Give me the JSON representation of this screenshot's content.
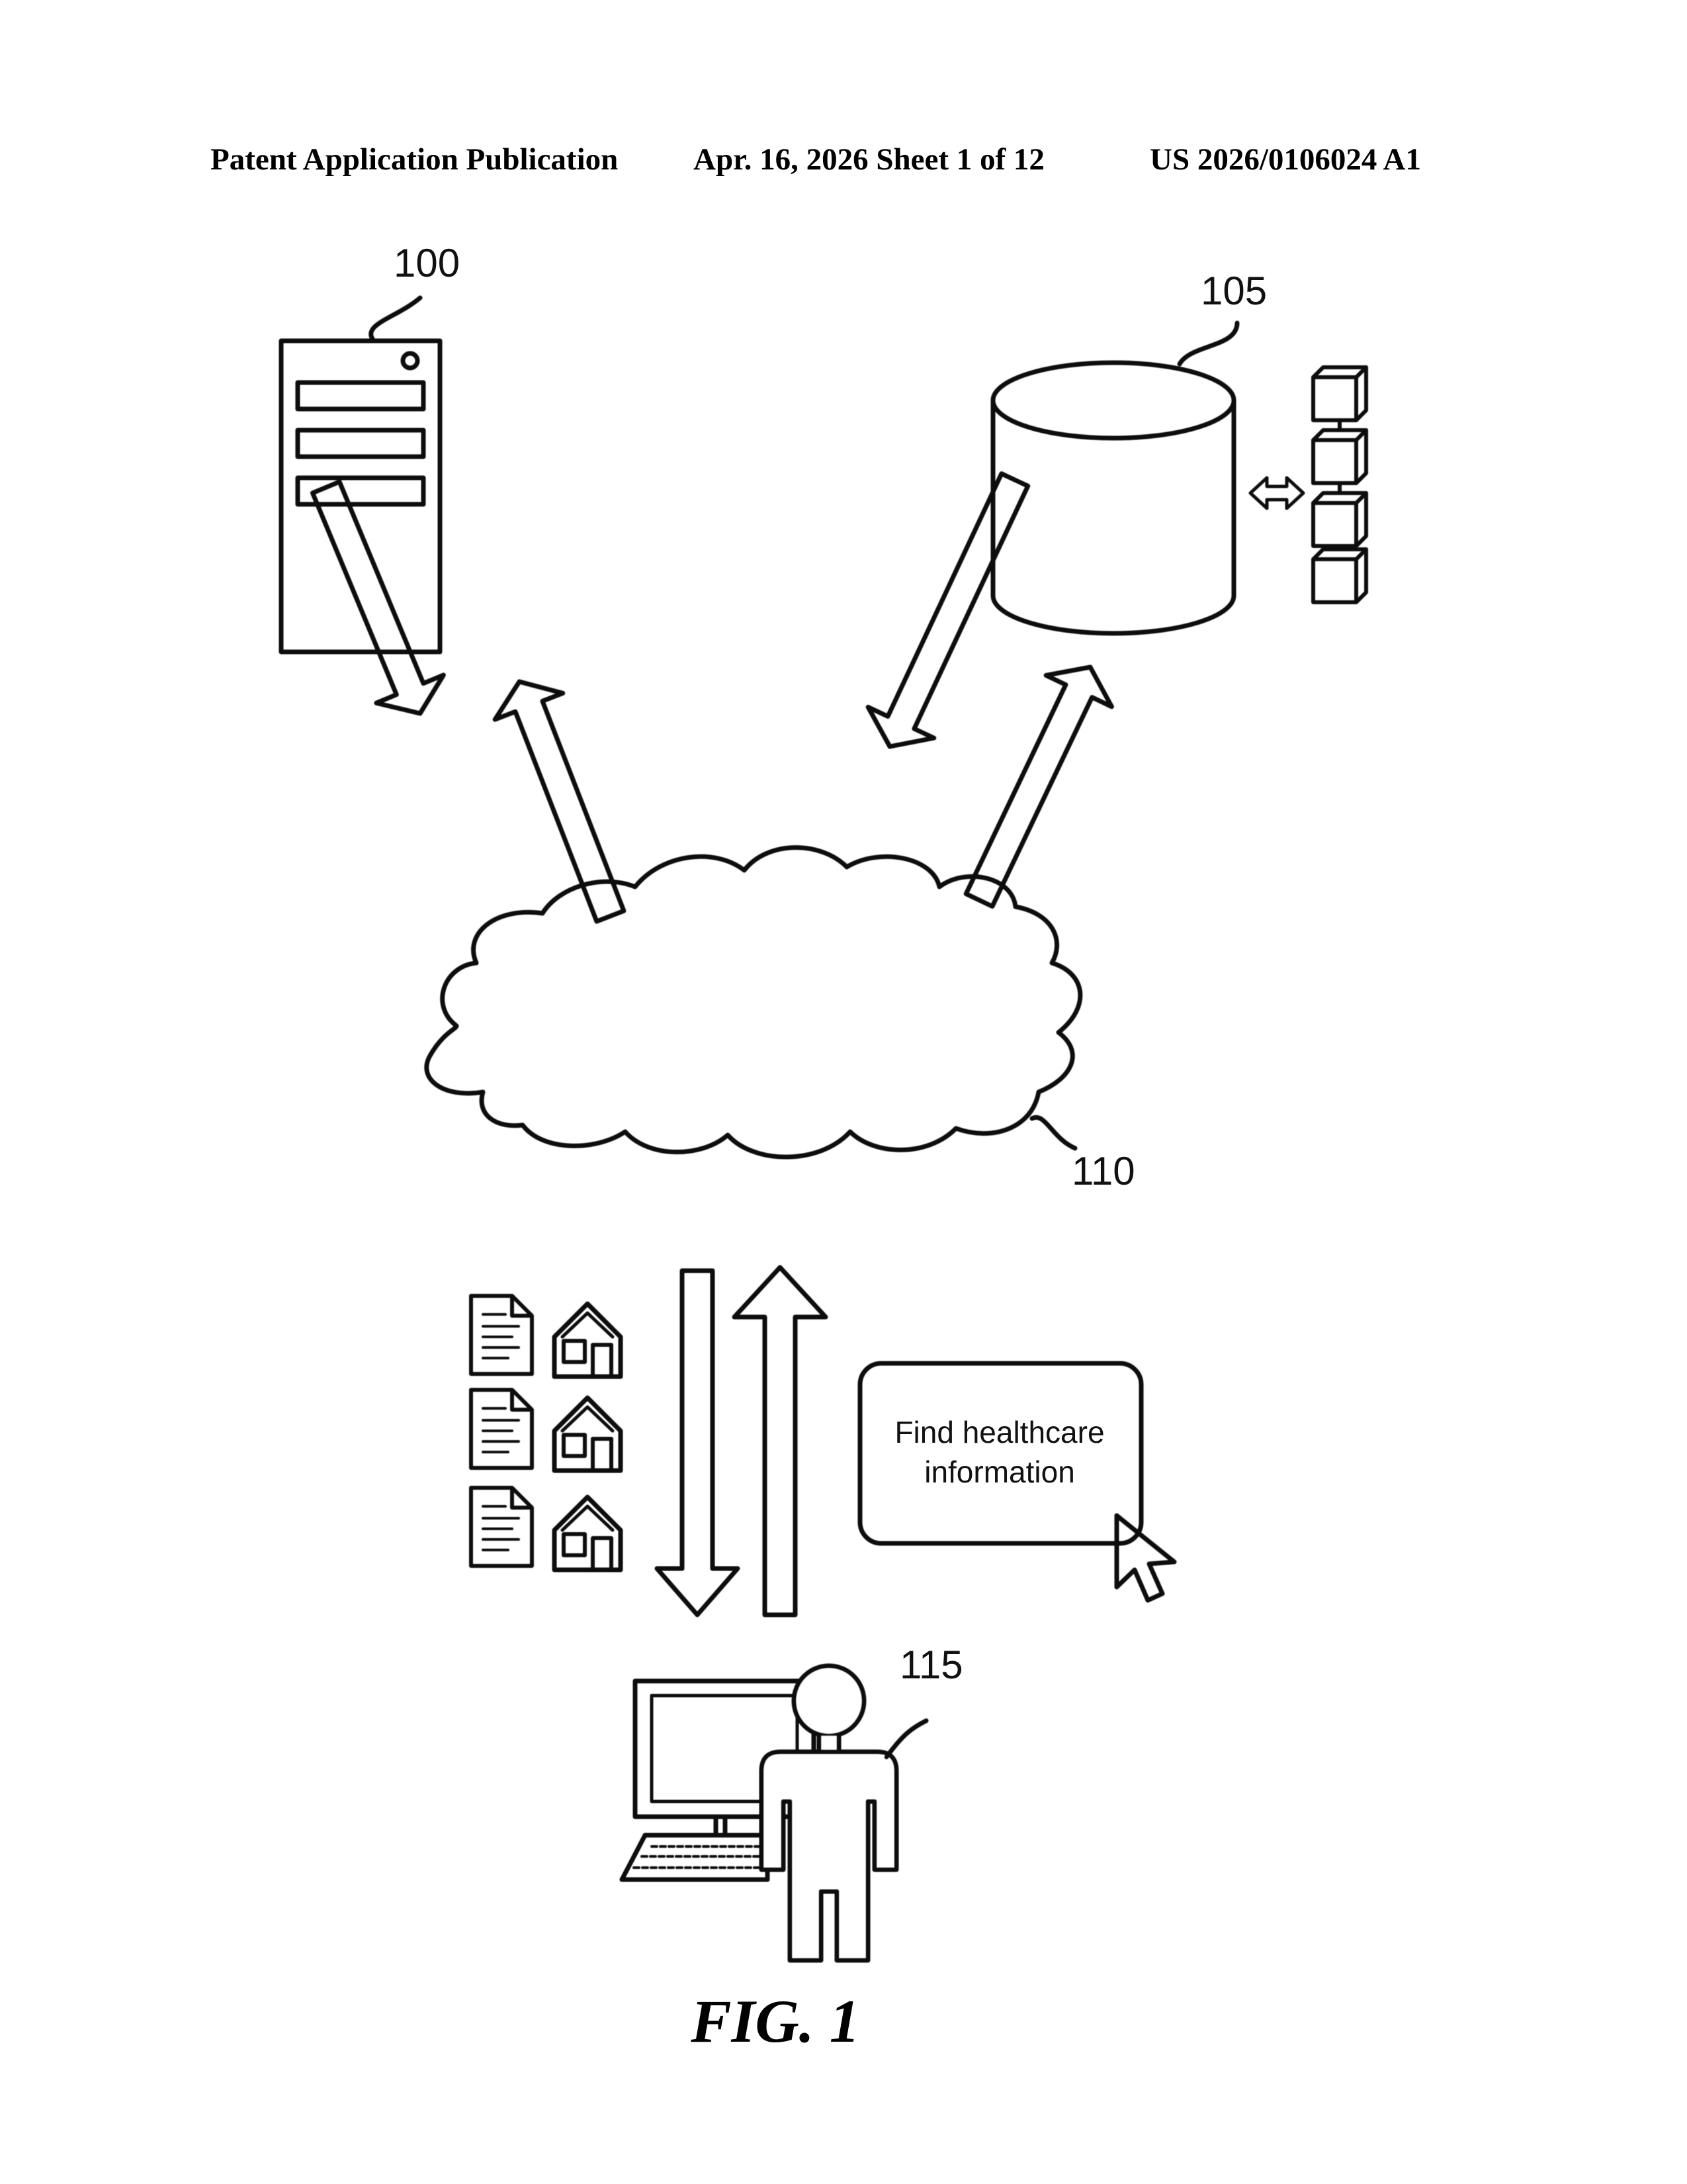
{
  "header": {
    "left": "Patent Application Publication",
    "middle": "Apr. 16, 2026  Sheet 1 of 12",
    "right": "US 2026/0106024 A1"
  },
  "refs": {
    "server": "100",
    "database": "105",
    "network": "110",
    "user": "115"
  },
  "bubble": {
    "line1": "Find healthcare",
    "line2": "information"
  },
  "figure_label": "FIG. 1"
}
